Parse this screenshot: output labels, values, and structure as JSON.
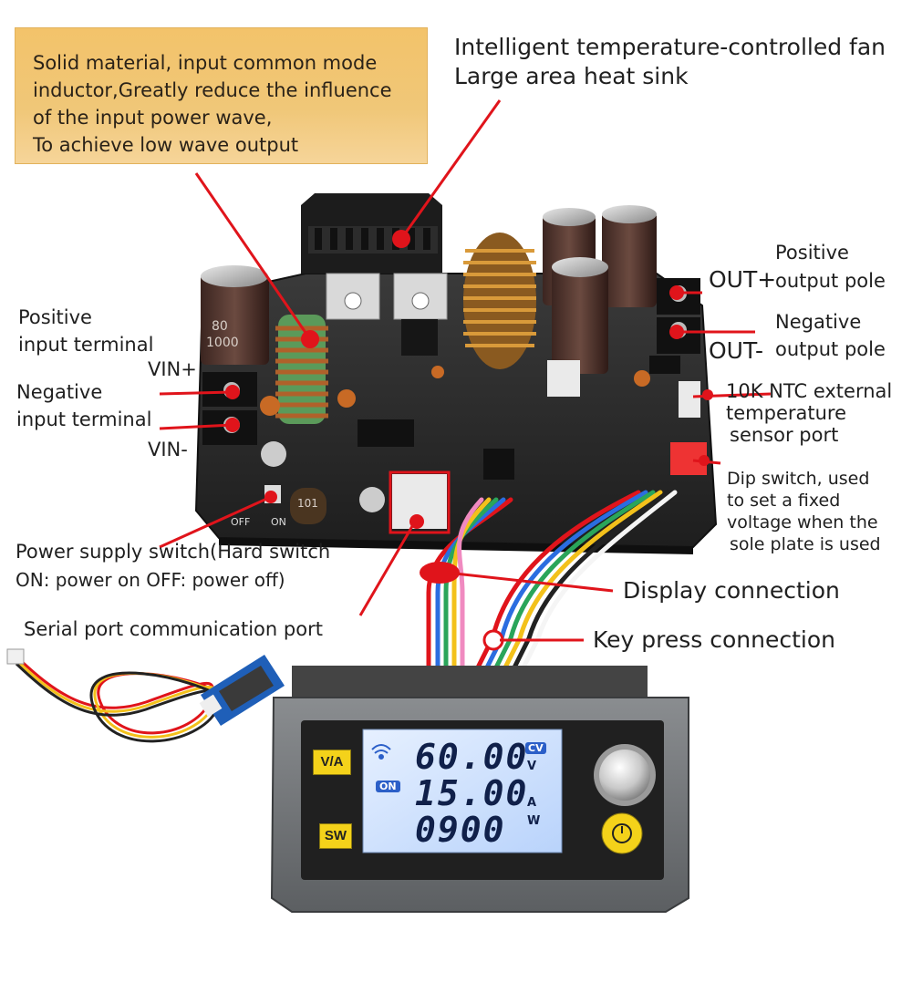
{
  "callout": {
    "line1": "Solid material, input common mode",
    "line2": "inductor,Greatly reduce the influence",
    "line3": "of the input power wave,",
    "line4": "To achieve low wave output"
  },
  "fan": {
    "line1": "Intelligent temperature-controlled fan",
    "line2": "Large area heat sink"
  },
  "pos_output": {
    "line1": "Positive",
    "line2": "output pole",
    "tag": "OUT+"
  },
  "neg_output": {
    "line1": "Negative",
    "line2": "output pole",
    "tag": "OUT-"
  },
  "pos_input": {
    "line1": "Positive",
    "line2": "input terminal",
    "tag": "VIN+"
  },
  "neg_input": {
    "line1": "Negative",
    "line2": "input terminal",
    "tag": "VIN-"
  },
  "ntc": {
    "line1": "10K NTC external",
    "line2": "temperature",
    "line3": "sensor port"
  },
  "dip": {
    "line1": "Dip switch, used",
    "line2": "to set a fixed",
    "line3": "voltage when the",
    "line4": "sole plate is used"
  },
  "power_switch": {
    "line1": "Power supply switch(Hard switch",
    "line2": "ON: power on OFF: power off)"
  },
  "serial": "Serial port communication port",
  "display_conn": "Display connection",
  "key_conn": "Key press connection",
  "board": {
    "off": "OFF",
    "on": "ON",
    "cap1a": "80",
    "cap1b": "1000",
    "ind": "101"
  },
  "display": {
    "voltage": "60.00",
    "current": "15.00",
    "power": "0900",
    "unit_v": "V",
    "unit_a": "A",
    "unit_w": "W",
    "cv_badge": "CV",
    "on_badge": "ON",
    "btn_va": "V/A",
    "btn_sw": "SW"
  },
  "colors": {
    "arrow": "#e0141b",
    "callout_bg": "#f2c470",
    "lcd": "#cfe3ff",
    "pcb": "#2b2b2b",
    "case": "#6f7275"
  }
}
